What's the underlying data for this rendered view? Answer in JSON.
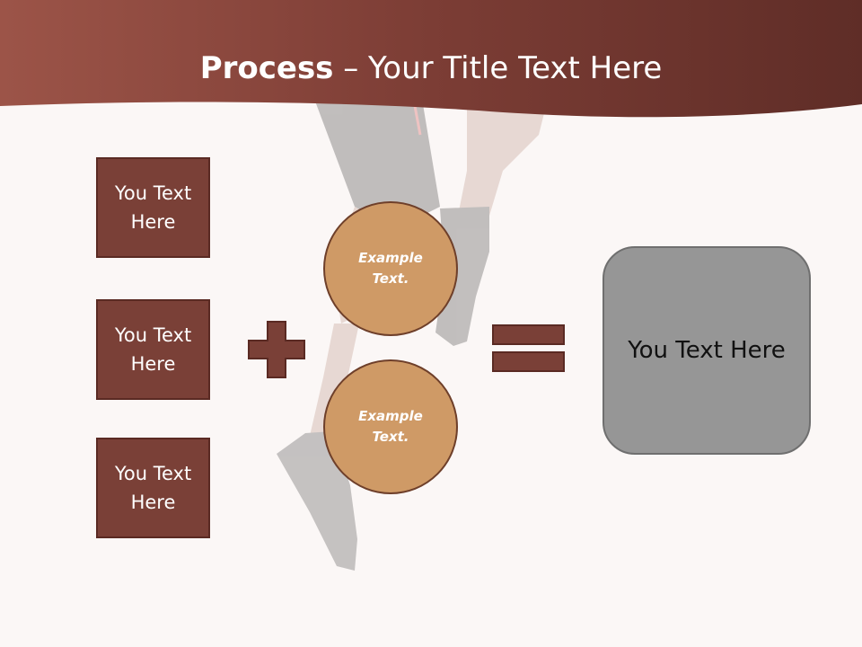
{
  "title": {
    "bold": "Process",
    "rest": " – Your Title Text Here"
  },
  "text_boxes": [
    {
      "label": "You Text Here"
    },
    {
      "label": "You Text Here"
    },
    {
      "label": "You Text Here"
    }
  ],
  "circles": [
    {
      "label": "Example Text."
    },
    {
      "label": "Example Text."
    }
  ],
  "result": {
    "label": "You Text Here"
  },
  "colors": {
    "header": "#7a3a31",
    "box_fill": "#7a4037",
    "circle_fill": "#cf9a66",
    "result_fill": "#969696",
    "background": "#fbf7f6"
  },
  "icons": [
    "plus-icon",
    "equals-icon"
  ]
}
